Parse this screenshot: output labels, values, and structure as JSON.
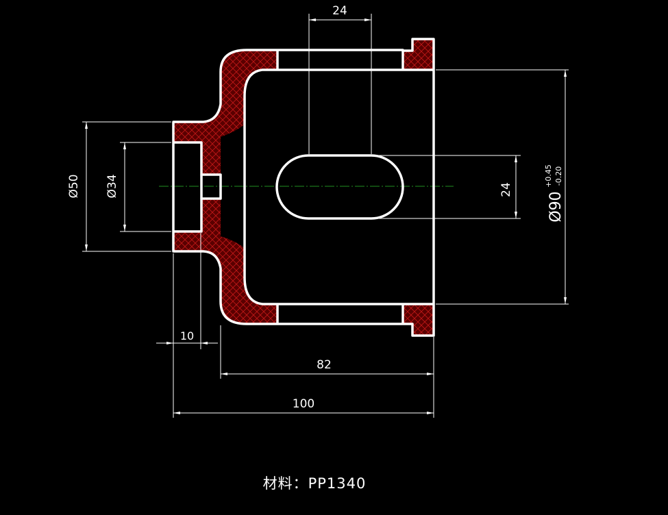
{
  "drawing": {
    "material_label": "材料：PP1340",
    "dimensions": {
      "slot_width": "24",
      "slot_height": "24",
      "outer_diameter": "Ø90",
      "outer_tol_upper": "+0.45",
      "outer_tol_lower": "-0.20",
      "hub_diameter": "Ø50",
      "bore_diameter": "Ø34",
      "hub_length": "10",
      "body_length": "82",
      "total_length": "100"
    },
    "colors": {
      "background": "#000000",
      "outline": "#ffffff",
      "hatch_fill": "#5a0000",
      "hatch_lines": "#c21818",
      "center_line": "#1f8f1f"
    }
  }
}
